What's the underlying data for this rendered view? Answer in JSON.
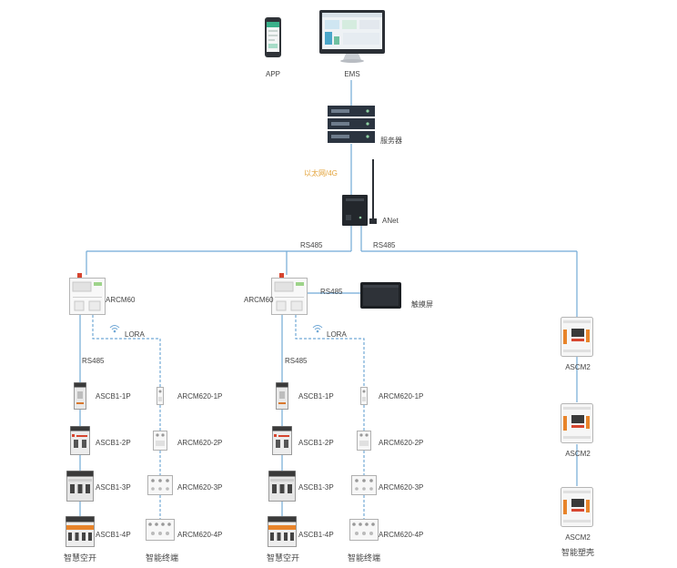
{
  "diagram": {
    "app_label": "APP",
    "ems_label": "EMS",
    "server_label": "服务器",
    "uplink_label": "以太网/4G",
    "gateway_label": "ANet",
    "bus_left_label": "RS485",
    "bus_right_label": "RS485"
  },
  "left_group": {
    "controller_label": "ARCM60",
    "rs485_label": "RS485",
    "lora_label": "LORA",
    "breakers": [
      "ASCB1-1P",
      "ASCB1-2P",
      "ASCB1-3P",
      "ASCB1-4P"
    ],
    "terminals": [
      "ARCM620-1P",
      "ARCM620-2P",
      "ARCM620-3P",
      "ARCM620-4P"
    ],
    "breakers_caption": "智慧空开",
    "terminals_caption": "智能终端"
  },
  "middle_group": {
    "controller_label": "ARCM60",
    "touchscreen_link_label": "RS485",
    "touchscreen_label": "触摸屏",
    "rs485_label": "RS485",
    "lora_label": "LORA",
    "breakers": [
      "ASCB1-1P",
      "ASCB1-2P",
      "ASCB1-3P",
      "ASCB1-4P"
    ],
    "terminals": [
      "ARCM620-1P",
      "ARCM620-2P",
      "ARCM620-3P",
      "ARCM620-4P"
    ],
    "breakers_caption": "智慧空开",
    "terminals_caption": "智能终端"
  },
  "right_group": {
    "devices": [
      "ASCM2",
      "ASCM2",
      "ASCM2"
    ],
    "caption": "智能塑壳"
  },
  "colors": {
    "link_line": "#72a9d6",
    "uplink_text": "#e3a33a",
    "label_text": "#444444"
  }
}
